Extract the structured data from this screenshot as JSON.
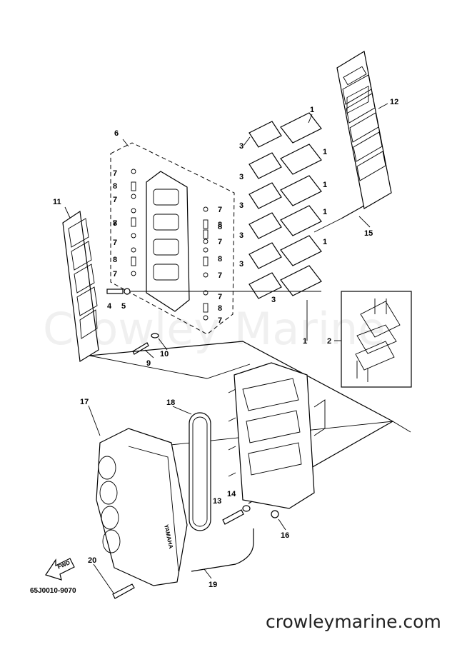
{
  "diagram_code": "65J0010-9070",
  "site": "crowleymarine.com",
  "watermark": "Crowley Marine",
  "fwd_label": "FWD",
  "brand_mark": "YAMAHA",
  "callouts": {
    "c1a": "1",
    "c1b": "1",
    "c1c": "1",
    "c1d": "1",
    "c1e": "1",
    "c1f": "1",
    "c2": "2",
    "c3a": "3",
    "c3b": "3",
    "c3c": "3",
    "c3d": "3",
    "c3e": "3",
    "c3f": "3",
    "c4": "4",
    "c5": "5",
    "c6": "6",
    "c7a": "7",
    "c7b": "7",
    "c7c": "7",
    "c7d": "7",
    "c7e": "7",
    "c7f": "7",
    "c7g": "7",
    "c7h": "7",
    "c7i": "7",
    "c7j": "7",
    "c8a": "8",
    "c8b": "8",
    "c8c": "8",
    "c8d": "8",
    "c8e": "8",
    "c8f": "8",
    "c8g": "8",
    "c9": "9",
    "c10": "10",
    "c11": "11",
    "c12": "12",
    "c13": "13",
    "c14": "14",
    "c15": "15",
    "c16": "16",
    "c17": "17",
    "c18": "18",
    "c19": "19",
    "c20": "20"
  }
}
